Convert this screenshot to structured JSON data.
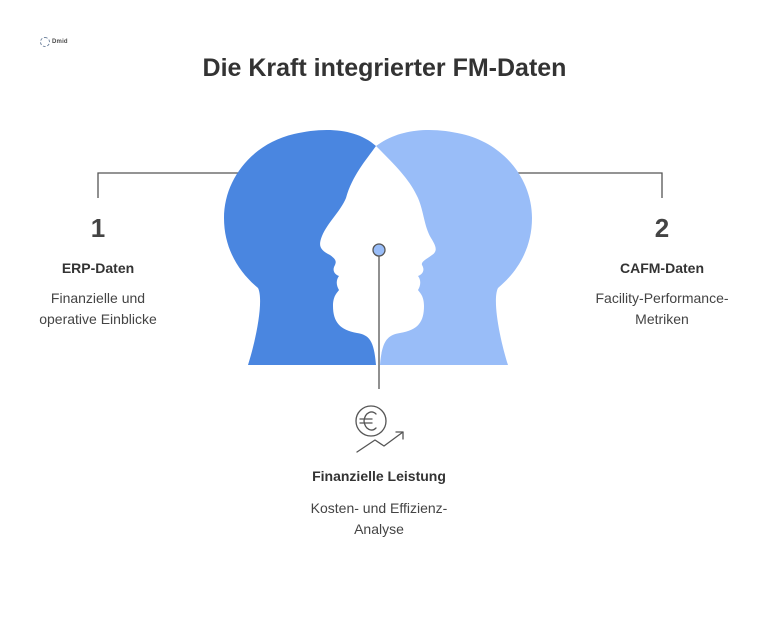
{
  "logo": {
    "text": "Dmid",
    "icon": "logo-icon"
  },
  "title": "Die Kraft integrierter FM-Daten",
  "left": {
    "number": "1",
    "label": "ERP-Daten",
    "desc_line1": "Finanzielle und",
    "desc_line2": "operative Einblicke"
  },
  "right": {
    "number": "2",
    "label": "CAFM-Daten",
    "desc_line1": "Facility-Performance-",
    "desc_line2": "Metriken"
  },
  "bottom": {
    "label": "Finanzielle Leistung",
    "desc_line1": "Kosten- und Effizienz-",
    "desc_line2": "Analyse",
    "icon": "euro-growth-icon"
  },
  "colors": {
    "left_head": "#4A86E0",
    "right_head": "#99BDF8",
    "line": "#555555",
    "text": "#333333"
  }
}
